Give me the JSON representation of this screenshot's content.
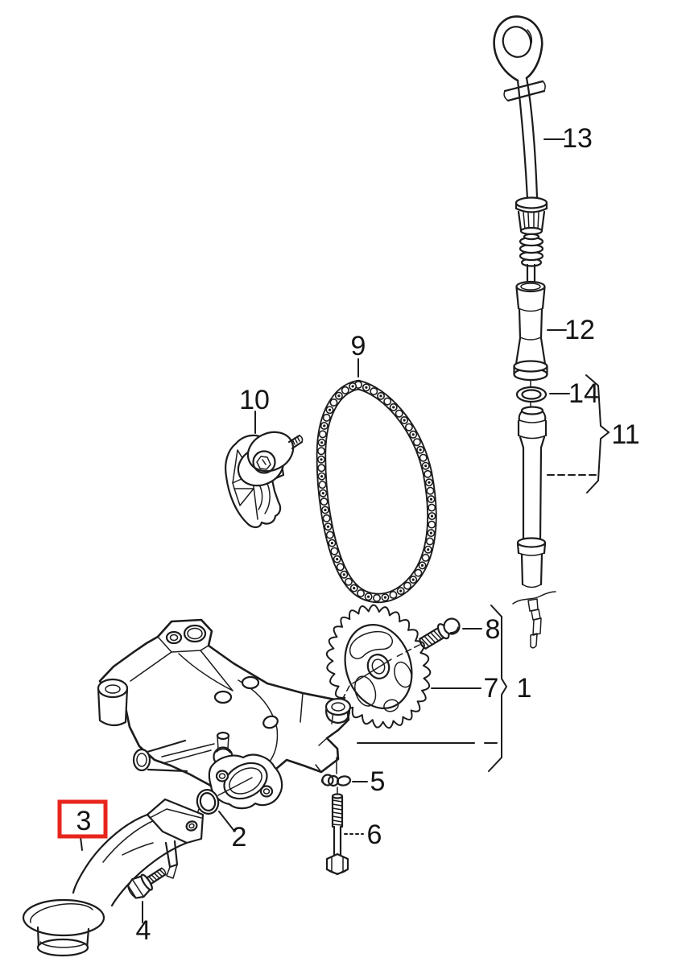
{
  "diagram": {
    "type": "exploded-parts-diagram",
    "background_color": "#ffffff",
    "line_color": "#1c1c1c",
    "highlight_color": "#e8251d",
    "highlighted_part": "3",
    "labels": {
      "p1": "1",
      "p2": "2",
      "p3": "3",
      "p4": "4",
      "p5": "5",
      "p6": "6",
      "p7": "7",
      "p8": "8",
      "p9": "9",
      "p10": "10",
      "p11": "11",
      "p12": "12",
      "p13": "13",
      "p14": "14"
    }
  }
}
